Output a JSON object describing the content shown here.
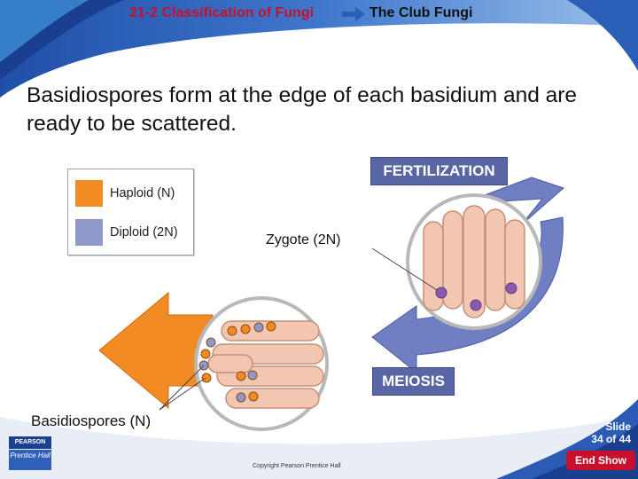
{
  "header": {
    "section": "21-2 Classification of Fungi",
    "topic": "The Club Fungi"
  },
  "title": "Basidiospores form at the edge of each basidium and are ready to be scattered.",
  "legend": {
    "items": [
      {
        "label": "Haploid (N)",
        "color": "#f28b24"
      },
      {
        "label": "Diploid (2N)",
        "color": "#8f99c9"
      }
    ]
  },
  "diagram": {
    "fertilization_label": "FERTILIZATION",
    "meiosis_label": "MEIOSIS",
    "zygote_label": "Zygote (2N)",
    "basidiospores_label": "Basidiospores (N)"
  },
  "footer": {
    "slide_line1": "Slide",
    "slide_line2": "34 of 44",
    "copyright": "Copyright Pearson Prentice Hall",
    "end_show": "End Show",
    "logo_top": "PEARSON",
    "logo_bottom": "Prentice Hall"
  },
  "colors": {
    "accent_red": "#c8102e",
    "label_blue": "#5966a6",
    "arrow_orange": "#f28b24",
    "arrow_blue": "#6f7fc1",
    "hypha": "#f2c6b0"
  }
}
